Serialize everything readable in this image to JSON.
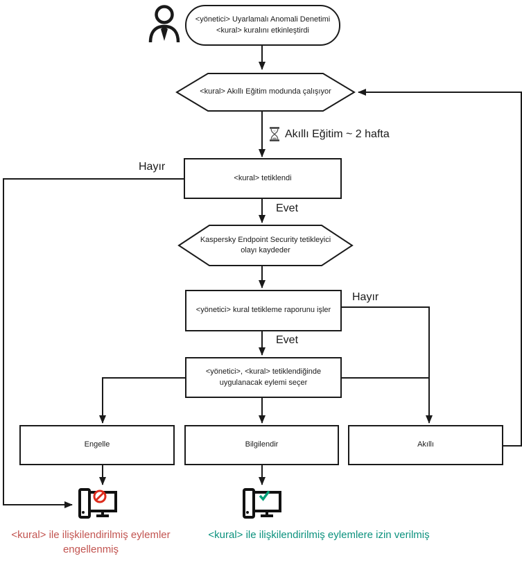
{
  "flowchart": {
    "nodes": {
      "start": "<yönetici> Uyarlamalı Anomali Denetimi <kural> kuralını etkinleştirdi",
      "training_mode": "<kural> Akıllı Eğitim modunda çalışıyor",
      "rule_triggered": "<kural> tetiklendi",
      "log_event": "Kaspersky Endpoint Security tetikleyici olayı kaydeder",
      "process_report": "<yönetici> kural tetikleme raporunu işler",
      "choose_action": "<yönetici>, <kural> tetiklendiğinde uygulanacak eylemi seçer",
      "action_block": "Engelle",
      "action_inform": "Bilgilendir",
      "action_smart": "Akıllı"
    },
    "labels": {
      "no_left": "Hayır",
      "yes_after_trigger": "Evet",
      "no_right": "Hayır",
      "yes_after_report": "Evet",
      "training_duration": "Akıllı Eğitim ~ 2 hafta"
    },
    "results": {
      "blocked": "<kural> ile ilişkilendirilmiş eylemler engellenmiş",
      "allowed": "<kural> ile ilişkilendirilmiş eylemlere izin verilmiş"
    },
    "icons": {
      "actor": "user-silhouette",
      "timer": "hourglass",
      "blocked_result": "monitor-with-prohibition-sign",
      "allowed_result": "monitor-with-checkmark"
    },
    "colors": {
      "line": "#1a1a1a",
      "shape_fill": "#ffffff",
      "blocked_text": "#c25450",
      "allowed_text": "#0b917d",
      "deny_icon": "#dd2b1c",
      "allow_icon": "#00a17a"
    }
  }
}
